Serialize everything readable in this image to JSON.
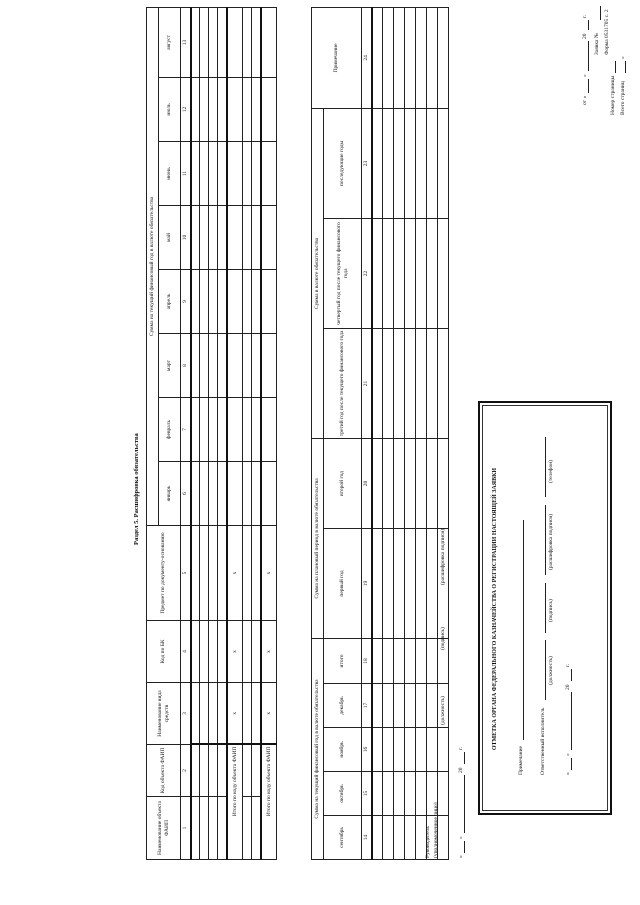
{
  "header": {
    "form_code": "Форма 0531705 с. 2",
    "application_no": "Заявка №",
    "from_prefix": "от «",
    "quote_close": "»",
    "year_suffix": "20",
    "year_g": "г.",
    "section_title": "Раздел 5. Расшифровка обязательства"
  },
  "table1": {
    "col_headers": {
      "name": "Наименование объекта ФАИП",
      "code": "Код объекта ФАИП",
      "kind": "Наименование вида средств",
      "bk": "Код по БК",
      "subject": "Предмет по документу-основанию",
      "current_year": "Сумма на текущий финансовый год в валюте обязательства"
    },
    "months": [
      "январь",
      "февраль",
      "март",
      "апрель",
      "май",
      "июнь",
      "июль",
      "август"
    ],
    "col_numbers": [
      "1",
      "2",
      "3",
      "4",
      "5",
      "6",
      "7",
      "8",
      "9",
      "10",
      "11",
      "12",
      "13"
    ],
    "total_label": "Итого по коду объекта ФАИП",
    "x_mark": "x"
  },
  "table2": {
    "group_current": "Сумма на текущий финансовый год в валюте обязательства",
    "group_plan": "Сумма на плановый период в валюте обязательства",
    "group_later": "Сумма в валюте обязательства",
    "months": [
      "сентябрь",
      "октябрь",
      "ноябрь",
      "декабрь"
    ],
    "itogo": "итого",
    "first_year": "первый год",
    "second_year": "второй год",
    "third_year": "третий год после текущего финансового года",
    "fourth_year": "четвертый год после текущего финансового года",
    "following": "последующие годы",
    "note": "Примечание",
    "col_numbers": [
      "14",
      "15",
      "16",
      "17",
      "18",
      "19",
      "20",
      "21",
      "22",
      "23",
      "24"
    ]
  },
  "signature": {
    "head": "Руководитель",
    "head_sub": "(уполномоченное лицо)",
    "position": "(должность)",
    "signature": "(подпись)",
    "decode": "(расшифровка подписи)",
    "date_open": "«",
    "date_close": "»",
    "year": "20",
    "g": "г."
  },
  "treasury": {
    "title": "ОТМЕТКА ОРГАНА ФЕДЕРАЛЬНОГО КАЗНАЧЕЙСТВА О РЕГИСТРАЦИИ НАСТОЯЩЕЙ ЗАЯВКИ",
    "note_label": "Примечание",
    "executor": "Ответственный исполнитель",
    "position": "(должность)",
    "signature": "(подпись)",
    "decode": "(расшифровка подписи)",
    "phone": "(телефон)",
    "date_open": "«",
    "date_close": "»",
    "year": "20",
    "g": "г."
  },
  "footer": {
    "page_no": "Номер страницы",
    "pages_total": "Всего страниц",
    "quote": "»"
  }
}
